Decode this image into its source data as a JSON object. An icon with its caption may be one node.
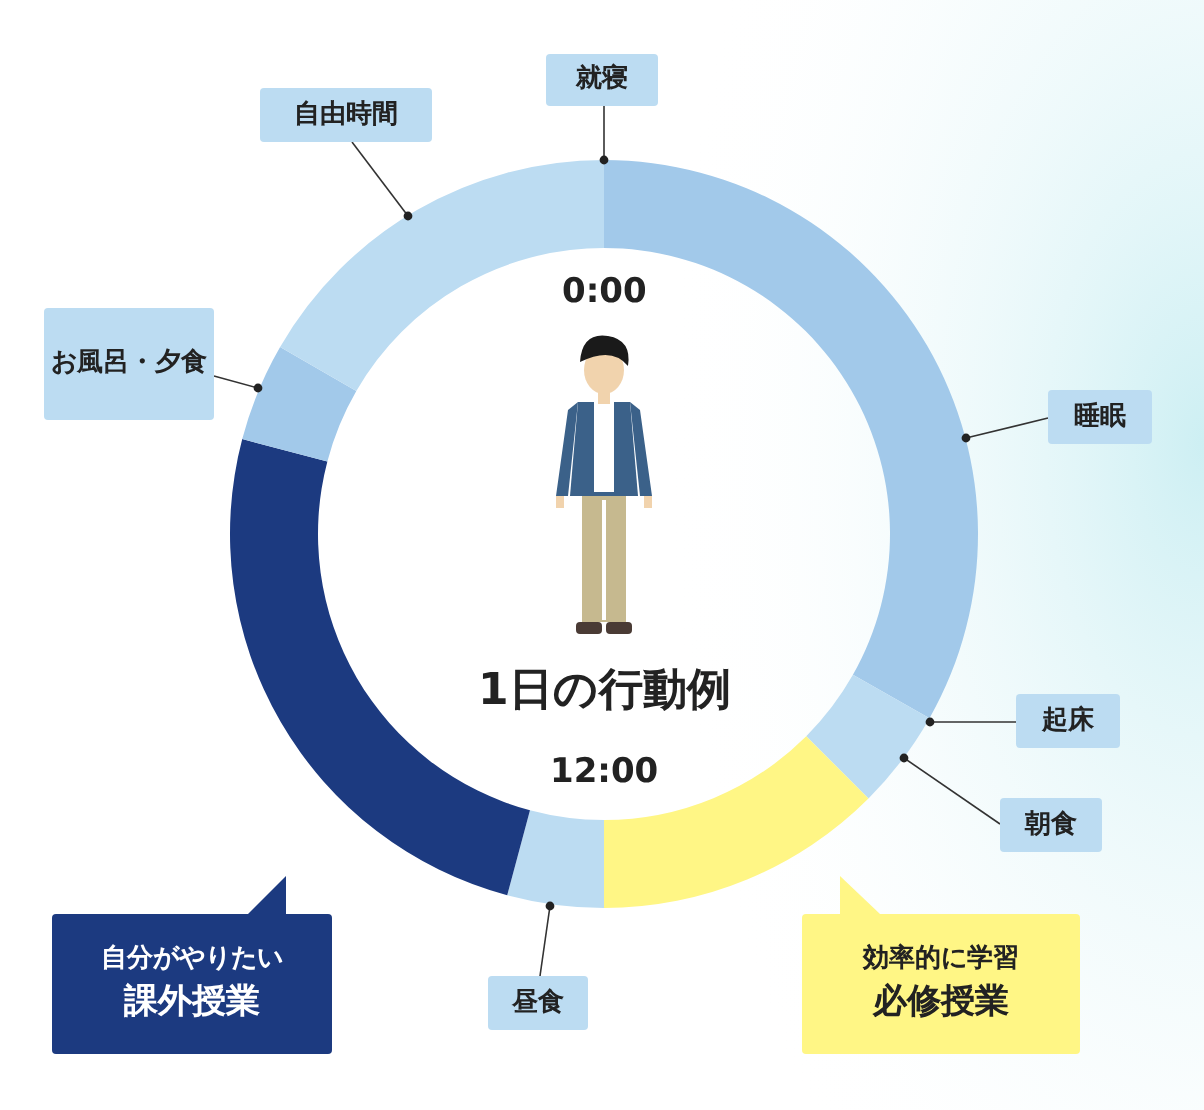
{
  "diagram": {
    "nodes": [
      {
        "text": [
          "就寝"
        ]
      },
      {
        "text": [
          "自由時間"
        ]
      },
      {
        "text": [
          "お風呂・夕食"
        ]
      },
      {
        "text": [
          "睡眠"
        ]
      },
      {
        "text": [
          "起床"
        ]
      },
      {
        "text": [
          "朝食"
        ]
      },
      {
        "text": [
          "昼食"
        ]
      },
      {
        "text": [
          "自分がやりたい",
          "課外授業"
        ]
      },
      {
        "text": [
          "効率的に学習",
          "必修授業"
        ]
      }
    ],
    "edges": [
      {
        "from": 0,
        "to": null,
        "arrow": "other"
      },
      {
        "from": 1,
        "to": null,
        "arrow": "other"
      },
      {
        "from": 2,
        "to": null,
        "arrow": "other"
      },
      {
        "from": 3,
        "to": null,
        "arrow": "other"
      },
      {
        "from": 4,
        "to": null,
        "arrow": "other"
      },
      {
        "from": 5,
        "to": null,
        "arrow": "other"
      },
      {
        "from": 6,
        "to": null,
        "arrow": "other"
      }
    ],
    "labels": [
      "0:00",
      "1日の行動例",
      "12:00"
    ]
  }
}
